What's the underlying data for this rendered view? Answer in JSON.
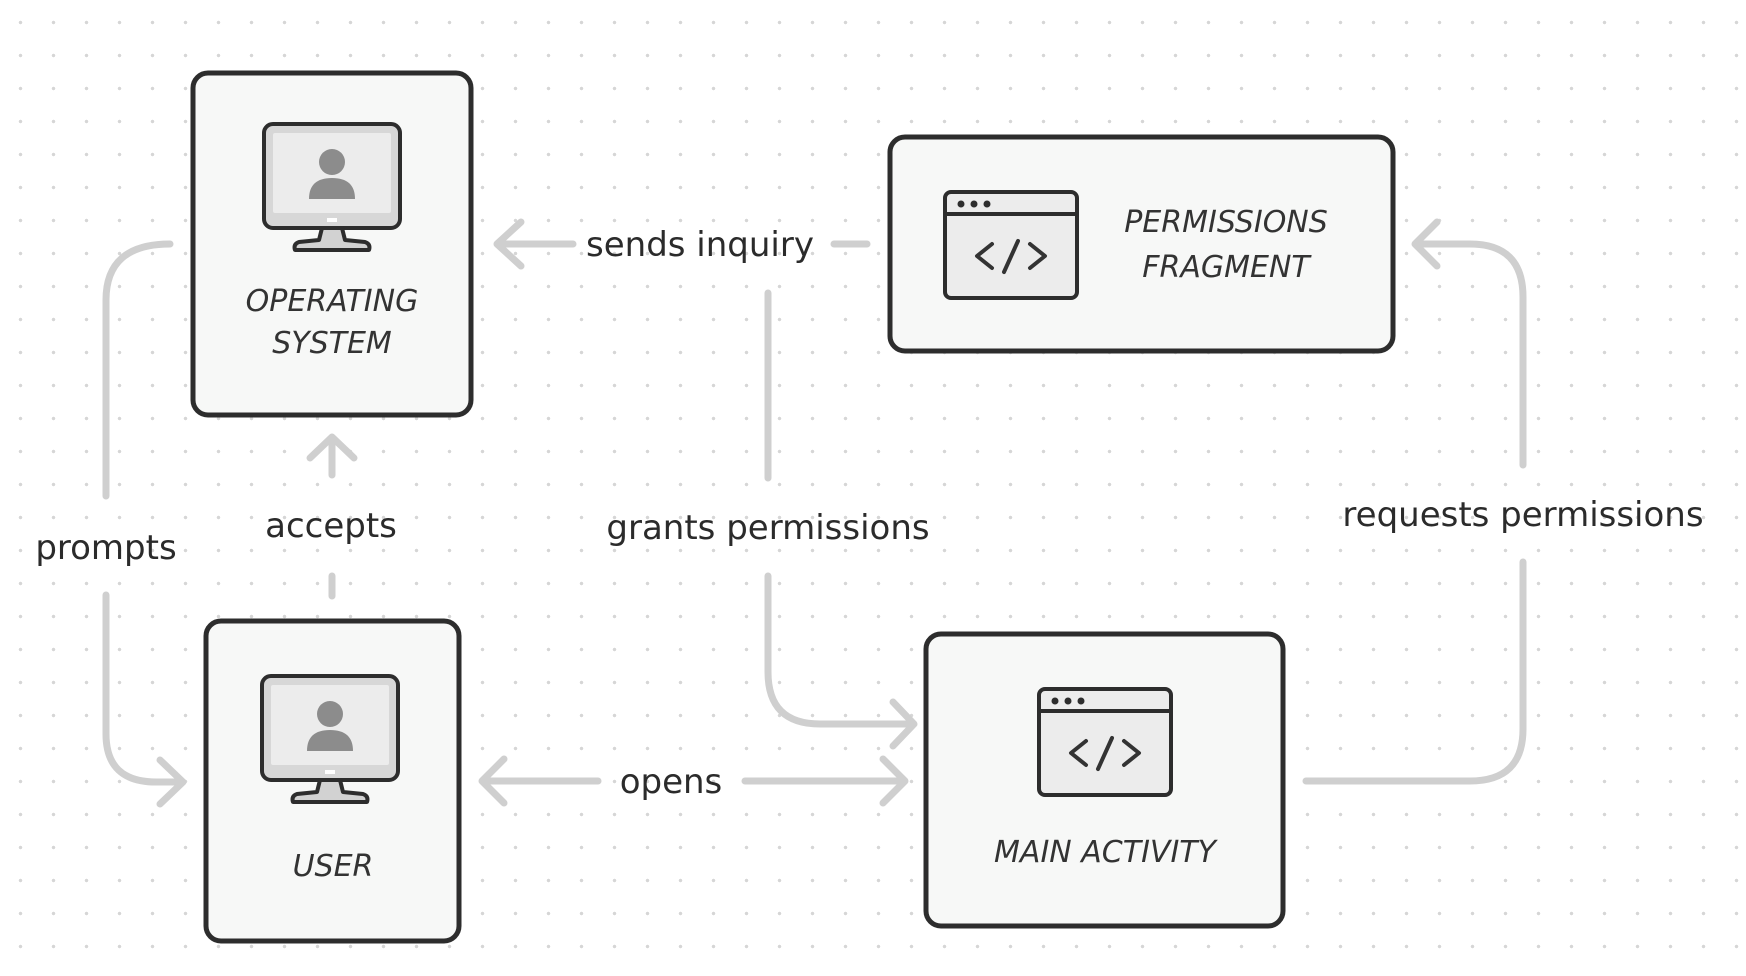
{
  "nodes": {
    "operating_system": {
      "line1": "OPERATING",
      "line2": "SYSTEM",
      "icon": "monitor-user-icon"
    },
    "permissions_fragment": {
      "line1": "PERMISSIONS",
      "line2": "FRAGMENT",
      "icon": "code-window-icon"
    },
    "user": {
      "label": "USER",
      "icon": "monitor-user-icon"
    },
    "main_activity": {
      "label": "MAIN ACTIVITY",
      "icon": "code-window-icon"
    }
  },
  "edges": {
    "sends_inquiry": "sends inquiry",
    "prompts": "prompts",
    "accepts": "accepts",
    "grants_permissions": "grants permissions",
    "requests_permissions": "requests permissions",
    "opens": "opens"
  },
  "colors": {
    "box_fill": "#f7f8f7",
    "box_stroke": "#2d2d2d",
    "connector": "#cfcfcf",
    "background_dots": "#d6d6d6"
  }
}
